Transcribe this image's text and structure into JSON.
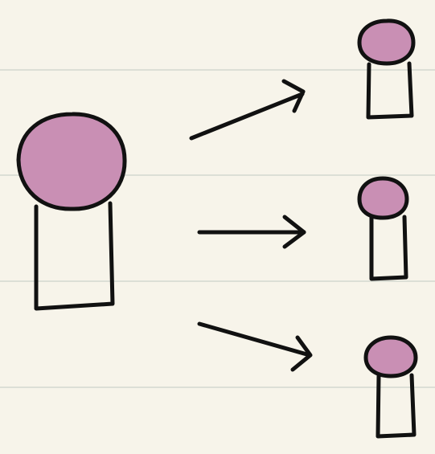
{
  "colors": {
    "paper": "#f7f4ea",
    "ruled_line": "#dcdfd6",
    "head_fill": "#c98fb4",
    "ink": "#111111"
  },
  "diagram": {
    "source_figure": {
      "icon": "person-icon",
      "shape": "head-circle-over-body-rectangle"
    },
    "arrows": [
      {
        "icon": "arrow-right-icon",
        "direction": "up-right"
      },
      {
        "icon": "arrow-right-icon",
        "direction": "right"
      },
      {
        "icon": "arrow-right-icon",
        "direction": "down-right"
      }
    ],
    "target_figures": [
      {
        "icon": "person-icon",
        "shape": "head-circle-over-body-rectangle"
      },
      {
        "icon": "person-icon",
        "shape": "head-circle-over-body-rectangle"
      },
      {
        "icon": "person-icon",
        "shape": "head-circle-over-body-rectangle"
      }
    ]
  }
}
